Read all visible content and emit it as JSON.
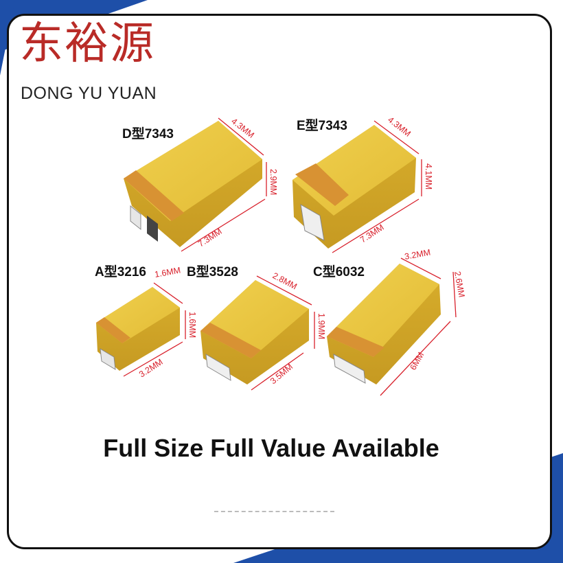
{
  "brand": {
    "chinese": "东裕源",
    "english": "DONG YU YUAN"
  },
  "tagline": "Full Size Full Value Available",
  "colors": {
    "accent_blue": "#1e4fa8",
    "logo_red": "#b92b27",
    "dimension_red": "#d8202b",
    "body_yellow": "#e8c43c",
    "band_orange": "#d89233"
  },
  "parts": [
    {
      "label": "D型7343",
      "length": "7.3MM",
      "width": "4.3MM",
      "height": "2.9MM"
    },
    {
      "label": "E型7343",
      "length": "7.3MM",
      "width": "4.3MM",
      "height": "4.1MM"
    },
    {
      "label": "A型3216",
      "length": "3.2MM",
      "width": "1.6MM",
      "height": "1.6MM"
    },
    {
      "label": "B型3528",
      "length": "3.5MM",
      "width": "2.8MM",
      "height": "1.9MM"
    },
    {
      "label": "C型6032",
      "length": "6MM",
      "width": "3.2MM",
      "height": "2.6MM"
    }
  ]
}
